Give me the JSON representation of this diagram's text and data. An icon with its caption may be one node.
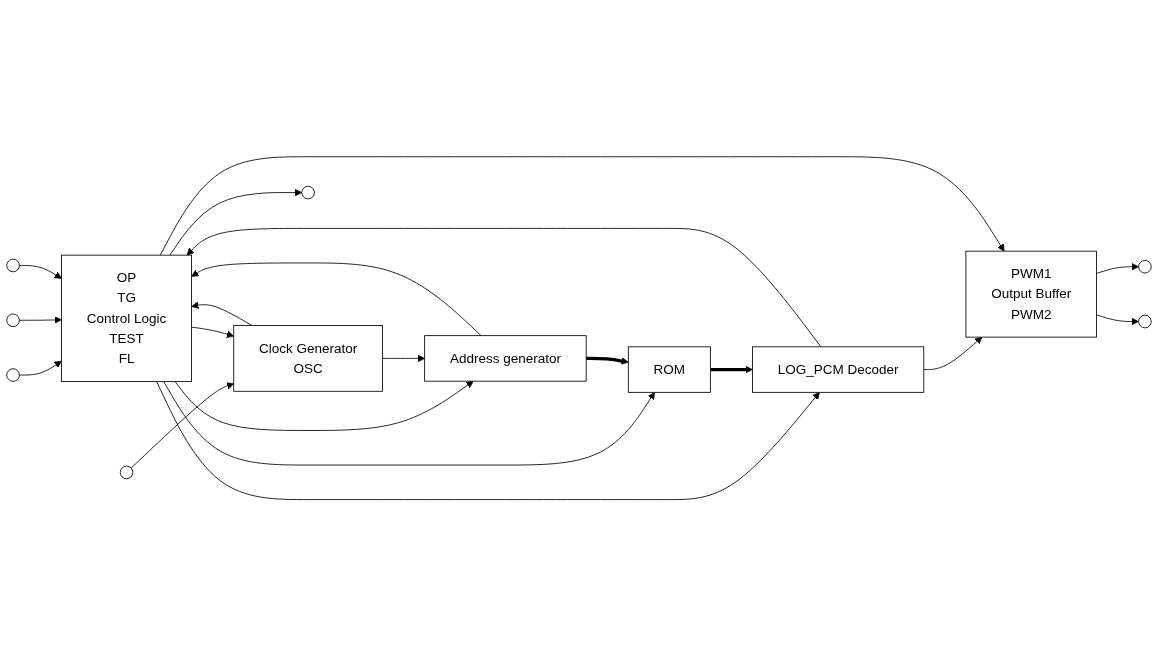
{
  "diagram": {
    "nodes": [
      {
        "text": [
          "OP",
          "TG",
          "Control Logic",
          "TEST",
          "FL"
        ]
      },
      {
        "text": [
          "LOG_PCM Decoder"
        ]
      },
      {
        "text": [
          "PWM1",
          "Output Buffer",
          "PWM2"
        ]
      },
      {
        "text": [
          "ROM"
        ]
      },
      {
        "text": [
          "Clock Generator",
          "OSC"
        ]
      },
      {
        "text": [
          "Address generator"
        ]
      },
      {
        "text": [],
        "shape": "circle"
      },
      {
        "text": [],
        "shape": "circle"
      },
      {
        "text": [],
        "shape": "circle"
      },
      {
        "text": [],
        "shape": "circle"
      },
      {
        "text": [],
        "shape": "circle"
      },
      {
        "text": [],
        "shape": "circle"
      },
      {
        "text": [],
        "shape": "circle"
      }
    ],
    "edges": [
      {
        "from": 6,
        "to": 0,
        "arrow": "to"
      },
      {
        "from": 7,
        "to": 0,
        "arrow": "to"
      },
      {
        "from": 8,
        "to": 0,
        "arrow": "to"
      },
      {
        "from": 9,
        "to": 4,
        "arrow": "to"
      },
      {
        "from": 0,
        "to": 10,
        "arrow": "to"
      },
      {
        "from": 0,
        "to": 1,
        "arrow": "to"
      },
      {
        "from": 1,
        "to": 0,
        "arrow": "to"
      },
      {
        "from": 1,
        "to": 2,
        "arrow": "to"
      },
      {
        "from": 0,
        "to": 2,
        "arrow": "to"
      },
      {
        "from": 3,
        "to": 1,
        "arrow": "to",
        "style": "thick"
      },
      {
        "from": 0,
        "to": 3,
        "arrow": "to"
      },
      {
        "from": 5,
        "to": 0,
        "arrow": "to"
      },
      {
        "from": 0,
        "to": 5,
        "arrow": "to"
      },
      {
        "from": 5,
        "to": 3,
        "arrow": "to",
        "style": "thick"
      },
      {
        "from": 4,
        "to": 0,
        "arrow": "to"
      },
      {
        "from": 0,
        "to": 4,
        "arrow": "to"
      },
      {
        "from": 4,
        "to": 5,
        "arrow": "to"
      },
      {
        "from": 2,
        "to": 11,
        "arrow": "to"
      },
      {
        "from": 2,
        "to": 12,
        "arrow": "to"
      }
    ]
  }
}
